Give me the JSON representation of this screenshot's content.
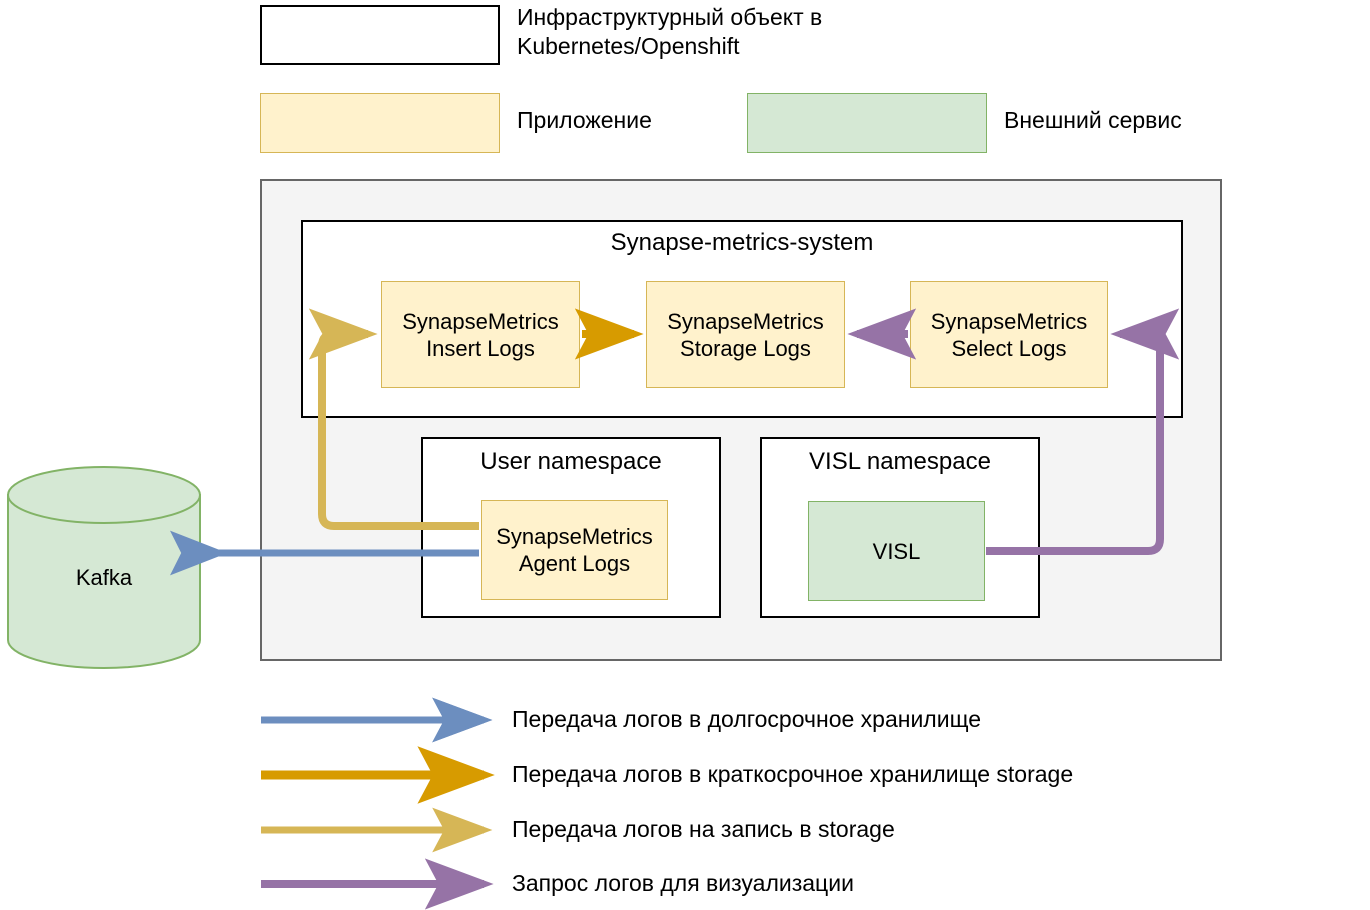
{
  "legend_shapes": [
    {
      "id": "infra",
      "label": "Инфраструктурный объект в\nKubernetes/Openshift",
      "fill": "#ffffff",
      "stroke": "#000000"
    },
    {
      "id": "app",
      "label": "Приложение",
      "fill": "#fff2cc",
      "stroke": "#d6b656"
    },
    {
      "id": "external",
      "label": "Внешний сервис",
      "fill": "#d5e8d4",
      "stroke": "#82b366"
    }
  ],
  "diagram": {
    "system_group_title": "Synapse-metrics-system",
    "user_namespace_title": "User namespace",
    "visl_namespace_title": "VISL namespace",
    "nodes": {
      "insert_logs": "SynapseMetrics\nInsert Logs",
      "storage_logs": "SynapseMetrics\nStorage Logs",
      "select_logs": "SynapseMetrics\nSelect Logs",
      "agent_logs": "SynapseMetrics\nAgent Logs",
      "visl": "VISL",
      "kafka": "Kafka"
    }
  },
  "arrow_legend": [
    {
      "color": "#6c8ebf",
      "label": "Передача логов в долгосрочное хранилище"
    },
    {
      "color": "#d79b00",
      "label": "Передача логов в краткосрочное хранилище storage"
    },
    {
      "color": "#d6b656",
      "label": "Передача логов на запись в storage"
    },
    {
      "color": "#9673a6",
      "label": "Запрос логов для визуализации"
    }
  ],
  "colors": {
    "app_fill": "#fff2cc",
    "app_stroke": "#d6b656",
    "external_fill": "#d5e8d4",
    "external_stroke": "#82b366",
    "group_fill": "#f4f4f4",
    "group_stroke": "#666666",
    "arrow_blue": "#6c8ebf",
    "arrow_orange": "#d79b00",
    "arrow_gold": "#d6b656",
    "arrow_purple": "#9673a6"
  }
}
